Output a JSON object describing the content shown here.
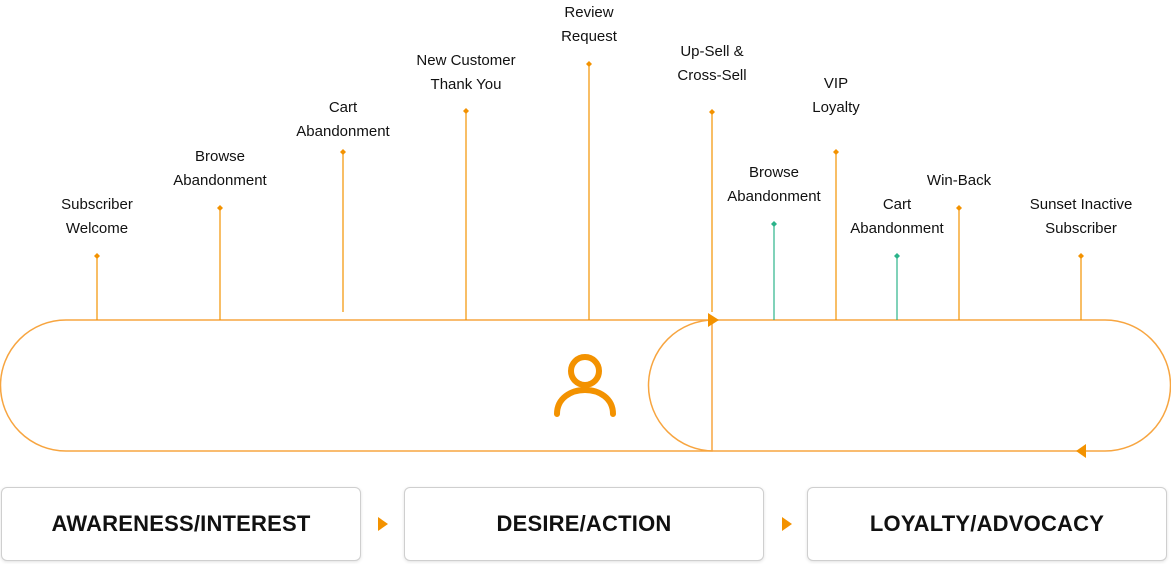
{
  "colors": {
    "accent": "#f39200",
    "secondary": "#2bb38a",
    "loop": "#f7a540"
  },
  "touchpoints": [
    {
      "id": "subscriber-welcome",
      "lines": [
        "Subscriber",
        "Welcome"
      ],
      "color": "accent"
    },
    {
      "id": "browse-abandonment-1",
      "lines": [
        "Browse",
        "Abandonment"
      ],
      "color": "accent"
    },
    {
      "id": "cart-abandonment-1",
      "lines": [
        "Cart",
        "Abandonment"
      ],
      "color": "accent"
    },
    {
      "id": "new-customer-thank-you",
      "lines": [
        "New Customer",
        "Thank You"
      ],
      "color": "accent"
    },
    {
      "id": "review-request",
      "lines": [
        "Review",
        "Request"
      ],
      "color": "accent"
    },
    {
      "id": "up-sell-cross-sell",
      "lines": [
        "Up-Sell &",
        "Cross-Sell"
      ],
      "color": "accent"
    },
    {
      "id": "browse-abandonment-2",
      "lines": [
        "Browse",
        "Abandonment"
      ],
      "color": "secondary"
    },
    {
      "id": "vip-loyalty",
      "lines": [
        "VIP",
        "Loyalty"
      ],
      "color": "accent"
    },
    {
      "id": "cart-abandonment-2",
      "lines": [
        "Cart",
        "Abandonment"
      ],
      "color": "secondary"
    },
    {
      "id": "win-back",
      "lines": [
        "Win-Back"
      ],
      "color": "accent"
    },
    {
      "id": "sunset-inactive-subscriber",
      "lines": [
        "Sunset Inactive",
        "Subscriber"
      ],
      "color": "accent"
    }
  ],
  "center_icon": "user-icon",
  "stages": [
    {
      "label": "AWARENESS/INTEREST"
    },
    {
      "label": "DESIRE/ACTION"
    },
    {
      "label": "LOYALTY/ADVOCACY"
    }
  ],
  "stage_arrow_icon": "triangle-right-icon"
}
